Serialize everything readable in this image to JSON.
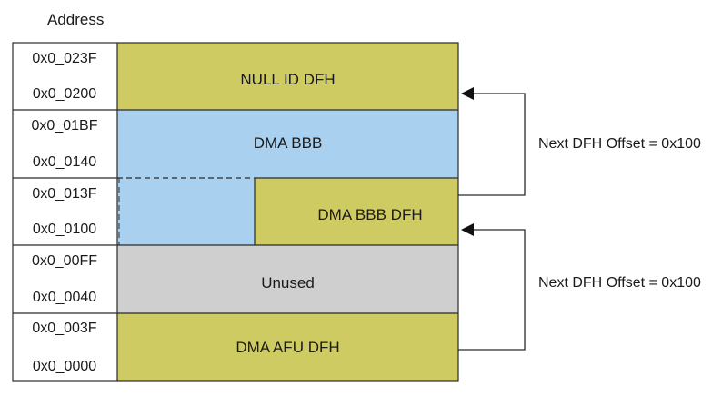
{
  "header": {
    "title": "Address"
  },
  "regions": [
    {
      "label": "NULL ID DFH",
      "addr_top": "0x0_023F",
      "addr_bottom": "0x0_0200",
      "color": "#cfcb63"
    },
    {
      "label": "DMA BBB",
      "addr_top": "0x0_01BF",
      "addr_bottom": "0x0_0140",
      "color": "#a9d0ee"
    },
    {
      "label": "DMA BBB DFH",
      "addr_top": "0x0_013F",
      "addr_bottom": "0x0_0100",
      "color": "#cfcb63"
    },
    {
      "label": "Unused",
      "addr_top": "0x0_00FF",
      "addr_bottom": "0x0_0040",
      "color": "#cfcfcf"
    },
    {
      "label": "DMA AFU DFH",
      "addr_top": "0x0_003F",
      "addr_bottom": "0x0_0000",
      "color": "#cfcb63"
    }
  ],
  "arrows": [
    {
      "label": "Next DFH Offset = 0x100"
    },
    {
      "label": "Next DFH Offset = 0x100"
    }
  ]
}
